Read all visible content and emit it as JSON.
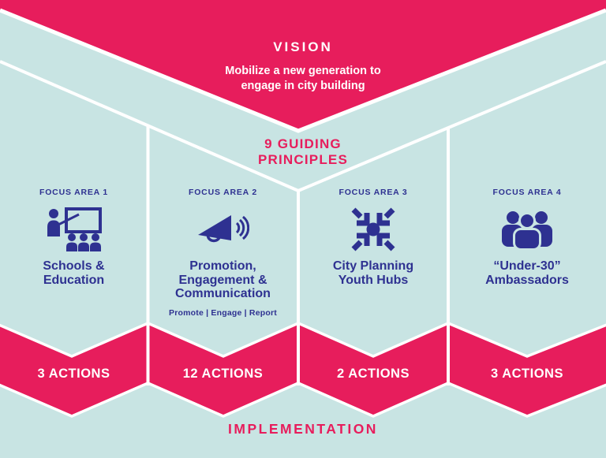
{
  "colors": {
    "pink": "#E71D5C",
    "light_blue": "#C8E4E3",
    "navy": "#2E3191",
    "white": "#FFFFFF"
  },
  "vision": {
    "title": "VISION",
    "subtitle_line1": "Mobilize a new generation to",
    "subtitle_line2": "engage in city building"
  },
  "principles": {
    "line1": "9 GUIDING",
    "line2": "PRINCIPLES"
  },
  "focus_areas": [
    {
      "label": "FOCUS AREA 1",
      "icon": "classroom-icon",
      "title_lines": [
        "Schools &",
        "Education"
      ],
      "actions": "3 ACTIONS"
    },
    {
      "label": "FOCUS AREA 2",
      "icon": "megaphone-icon",
      "title_lines": [
        "Promotion,",
        "Engagement &",
        "Communication"
      ],
      "subtitle": "Promote | Engage | Report",
      "actions": "12 ACTIONS"
    },
    {
      "label": "FOCUS AREA 3",
      "icon": "converge-arrows-icon",
      "title_lines": [
        "City Planning",
        "Youth Hubs"
      ],
      "actions": "2 ACTIONS"
    },
    {
      "label": "FOCUS AREA 4",
      "icon": "people-group-icon",
      "title_lines": [
        "“Under-30”",
        "Ambassadors"
      ],
      "actions": "3 ACTIONS"
    }
  ],
  "implementation": {
    "label": "IMPLEMENTATION"
  }
}
